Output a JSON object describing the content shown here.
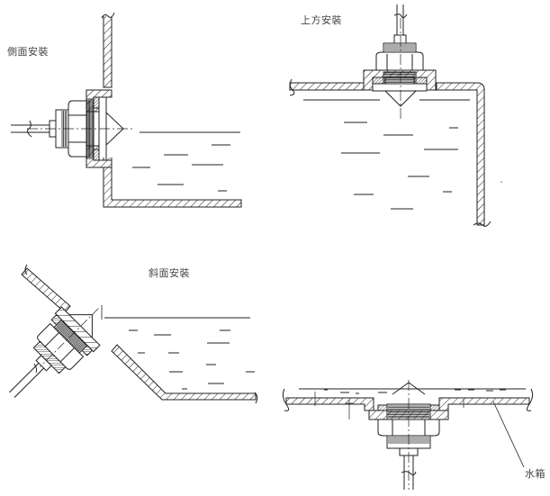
{
  "figure": {
    "panels": [
      {
        "id": "side",
        "label": "側面安裝"
      },
      {
        "id": "top",
        "label": "上方安裝"
      },
      {
        "id": "inclined",
        "label": "斜面安裝"
      },
      {
        "id": "bottom",
        "label": ""
      }
    ],
    "callouts": [
      {
        "target": "tank-wall",
        "text": "水箱"
      }
    ]
  },
  "style": {
    "line": "#222222",
    "text": "#444444",
    "background": "#ffffff"
  }
}
